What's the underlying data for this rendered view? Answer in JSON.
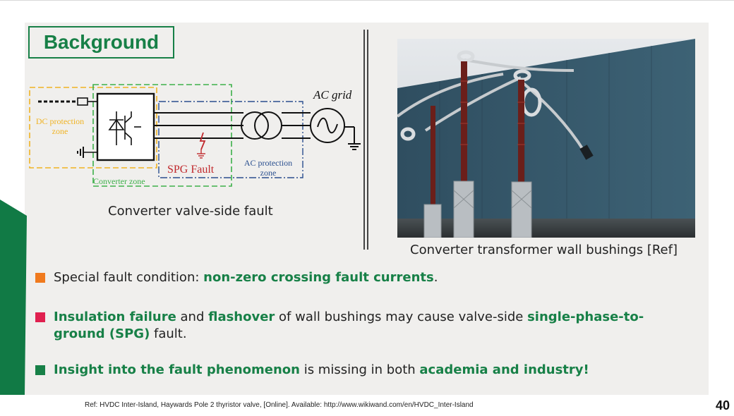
{
  "slide": {
    "title": "Background",
    "diagram": {
      "dc_zone_label": "DC protection zone",
      "dc_zone_label_lines": [
        "DC protection",
        "zone"
      ],
      "converter_zone_label": "Converter zone",
      "ac_zone_label_lines": [
        "AC protection",
        "zone"
      ],
      "ac_grid_label": "AC grid",
      "fault_label": "SPG Fault",
      "caption": "Converter valve-side fault"
    },
    "photo": {
      "caption": "Converter transformer wall bushings [Ref]"
    },
    "bullets": [
      {
        "color": "#f07a1e",
        "parts": [
          {
            "text": "Special fault condition: ",
            "hl": false
          },
          {
            "text": "non-zero crossing fault currents",
            "hl": true
          },
          {
            "text": ".",
            "hl": false
          }
        ]
      },
      {
        "color": "#e0204f",
        "parts": [
          {
            "text": "Insulation failure",
            "hl": true
          },
          {
            "text": " and ",
            "hl": false
          },
          {
            "text": "flashover",
            "hl": true
          },
          {
            "text": " of wall bushings may cause valve-side ",
            "hl": false
          },
          {
            "text": "single-phase-to-ground (SPG)",
            "hl": true
          },
          {
            "text": " fault.",
            "hl": false
          }
        ]
      },
      {
        "color": "#178047",
        "parts": [
          {
            "text": "Insight into the fault phenomenon",
            "hl": true
          },
          {
            "text": " is missing in both ",
            "hl": false
          },
          {
            "text": "academia and industry!",
            "hl": true
          }
        ]
      }
    ],
    "footer_ref": "Ref: HVDC Inter-Island, Haywards Pole 2 thyristor valve, [Online]. Available: http://www.wikiwand.com/en/HVDC_Inter-Island",
    "page_number": "40"
  },
  "colors": {
    "brand_green": "#178047",
    "dc_zone": "#f0b323",
    "converter_zone": "#3db04a",
    "ac_zone": "#2a4f8f",
    "fault_red": "#c0282c"
  }
}
